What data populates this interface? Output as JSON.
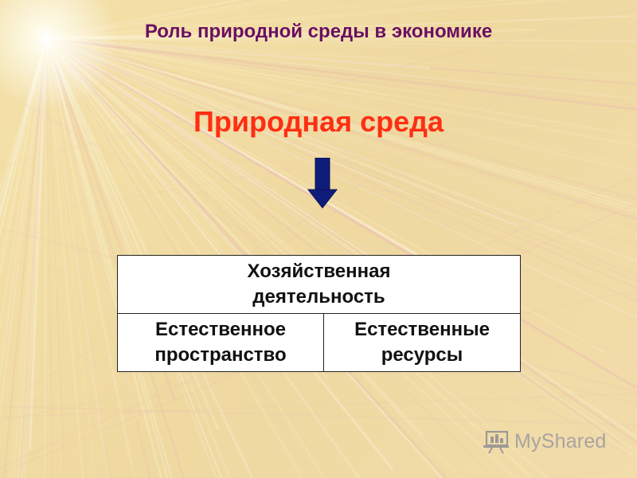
{
  "slide": {
    "title": "Роль природной среды в экономике",
    "subtitle": "Природная среда",
    "arrow_icon": "down-arrow-icon",
    "table": {
      "header": "Хозяйственная\nдеятельность",
      "left": "Естественное\nпространство",
      "right": "Естественные\nресурсы"
    },
    "watermark": "MyShared"
  },
  "colors": {
    "background": "#f1dca0",
    "title": "#6a0f62",
    "subtitle": "#ff2e12",
    "arrow_fill": "#0f1c7a"
  }
}
